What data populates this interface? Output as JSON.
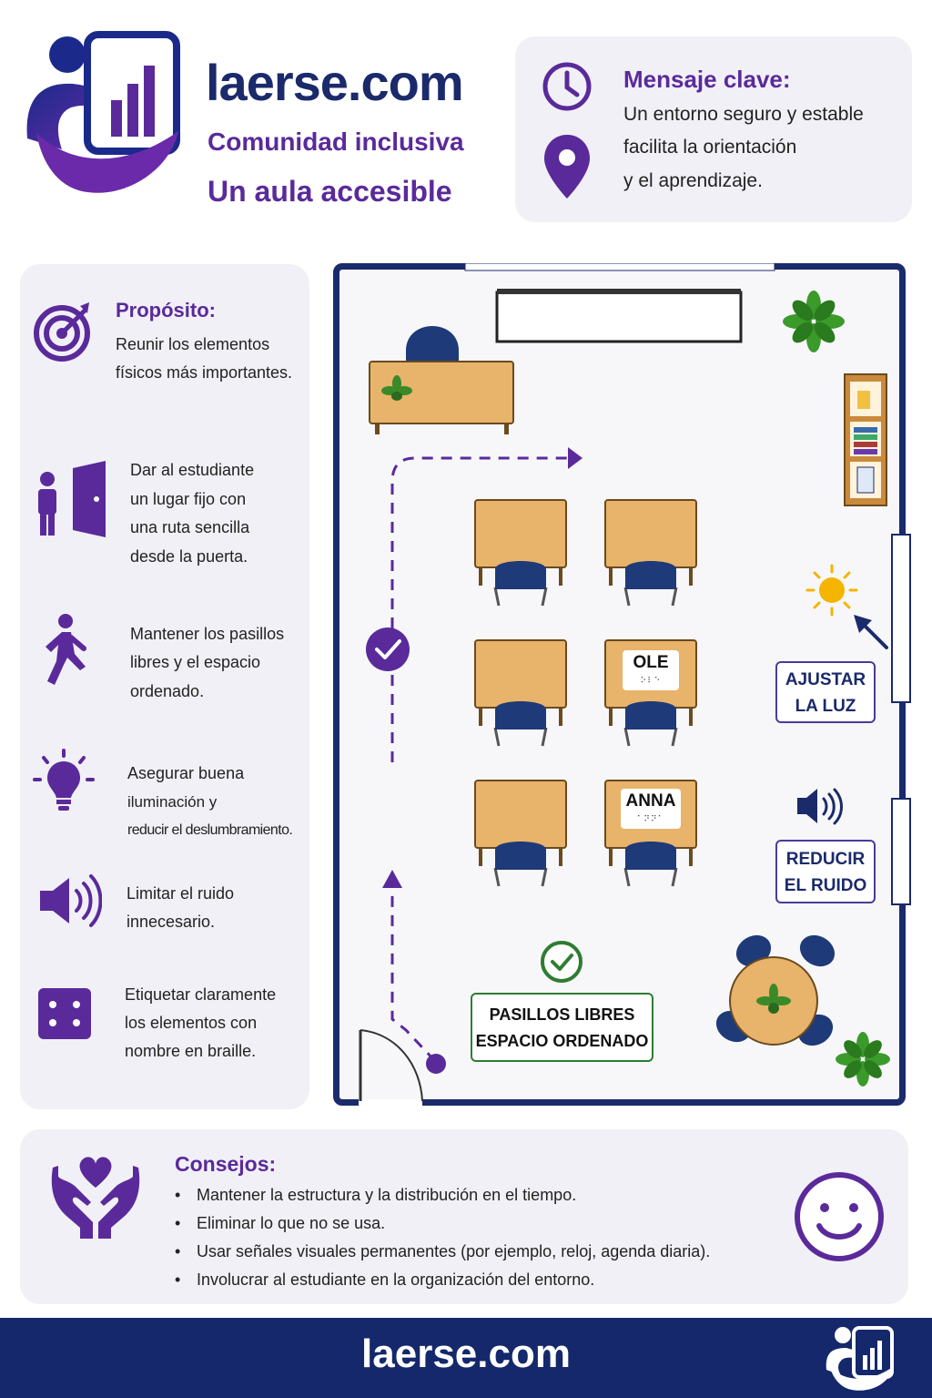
{
  "header": {
    "brand": "laerse.com",
    "subtitle_1": "Comunidad inclusiva",
    "subtitle_2": "Un aula accesible"
  },
  "key_message": {
    "title": "Mensaje clave:",
    "lines": [
      "Un entorno seguro y estable",
      "facilita la orientación",
      "y el aprendizaje."
    ]
  },
  "purpose": {
    "title": "Propósito:",
    "lines": [
      "Reunir los elementos",
      "físicos más importantes."
    ]
  },
  "items": [
    {
      "icon": "person-door-icon",
      "lines": [
        "Dar al estudiante",
        "un lugar fijo con",
        "una ruta sencilla",
        "desde la puerta."
      ]
    },
    {
      "icon": "walking-person-icon",
      "lines": [
        "Mantener los pasillos",
        "libres y el espacio",
        "ordenado."
      ]
    },
    {
      "icon": "lightbulb-icon",
      "lines": [
        "Asegurar buena",
        "iluminación y",
        "reducir el deslumbramiento."
      ]
    },
    {
      "icon": "speaker-icon",
      "lines": [
        "Limitar el ruido",
        "innecesario."
      ]
    },
    {
      "icon": "braille-dice-icon",
      "lines": [
        "Etiquetar claramente",
        "los elementos con",
        "nombre en braille."
      ]
    }
  ],
  "room": {
    "name_tags": [
      {
        "name": "OLE",
        "braille": "⠕⠇⠑"
      },
      {
        "name": "ANNA",
        "braille": "⠁⠝⠝⠁"
      }
    ],
    "signs": {
      "light": [
        "AJUSTAR",
        "LA LUZ"
      ],
      "noise": [
        "REDUCIR",
        "EL RUIDO"
      ],
      "aisles": [
        "PASILLOS LIBRES",
        "ESPACIO ORDENADO"
      ]
    }
  },
  "tips": {
    "title": "Consejos:",
    "items": [
      "Mantener la estructura y la distribución en el tiempo.",
      "Eliminar lo que no se usa.",
      "Usar señales visuales permanentes (por ejemplo, reloj, agenda diaria).",
      "Involucrar al estudiante en la organización del entorno."
    ]
  },
  "footer": {
    "brand": "laerse.com"
  },
  "colors": {
    "purple": "#5a2a9a",
    "navy": "#1b2a6b",
    "panel": "#f1f0f7",
    "desk": "#e8b36a",
    "chair": "#1e3a78",
    "green": "#2e7d32"
  }
}
